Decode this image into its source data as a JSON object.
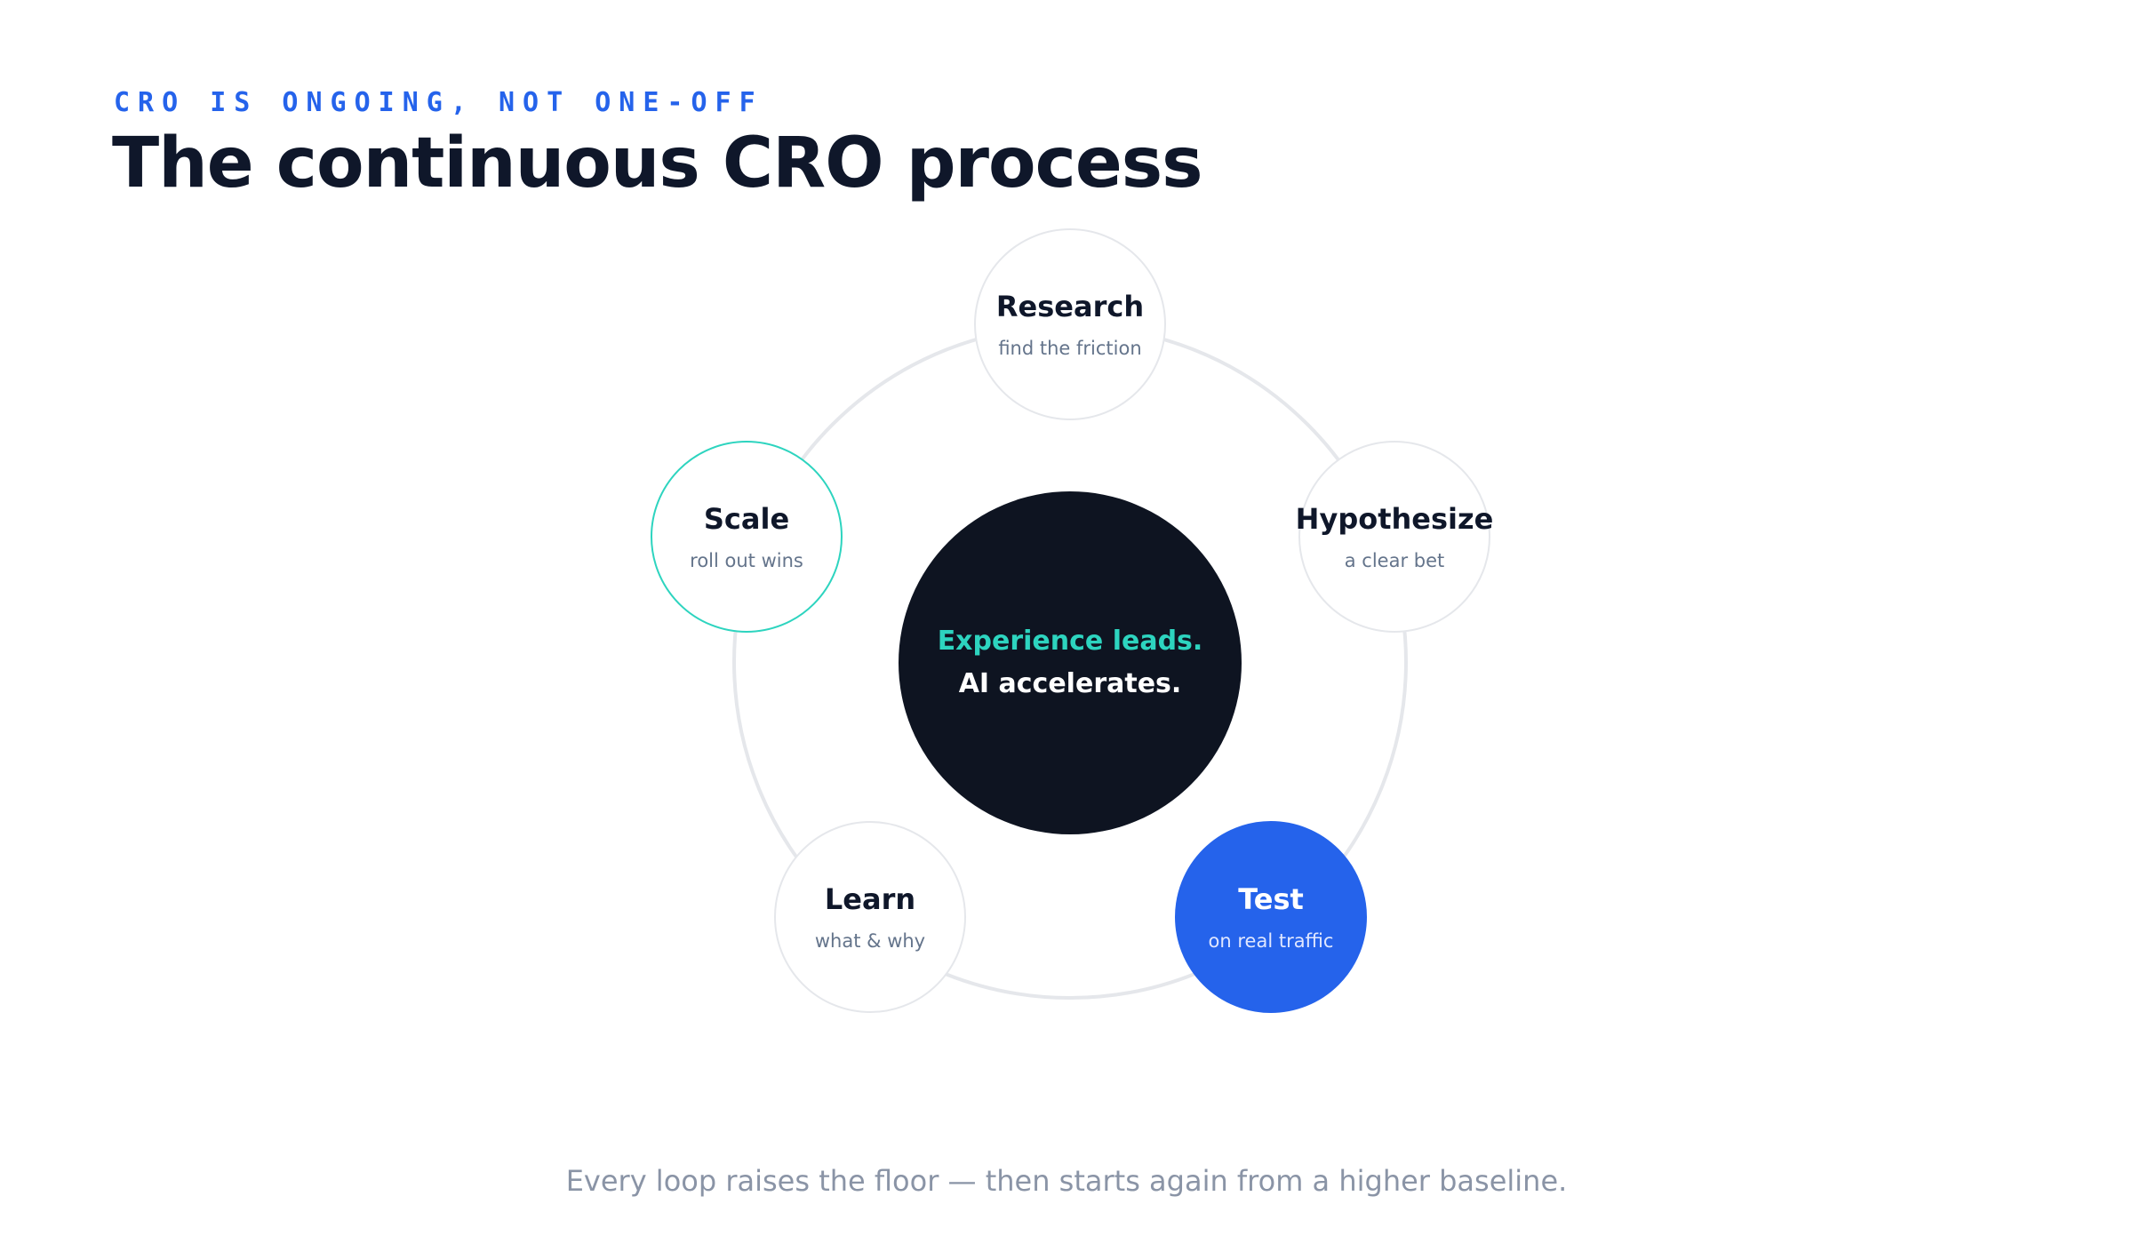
{
  "header": {
    "eyebrow": "CRO IS ONGOING, NOT ONE-OFF",
    "title": "The continuous CRO process"
  },
  "center": {
    "line1": "Experience leads.",
    "line2": "AI accelerates."
  },
  "steps": [
    {
      "name": "Research",
      "subtitle": "find the friction"
    },
    {
      "name": "Hypothesize",
      "subtitle": "a clear bet"
    },
    {
      "name": "Test",
      "subtitle": "on real traffic"
    },
    {
      "name": "Learn",
      "subtitle": "what & why"
    },
    {
      "name": "Scale",
      "subtitle": "roll out wins"
    }
  ],
  "footer": "Every loop raises the floor — then starts again from a higher baseline.",
  "colors": {
    "accent_blue": "#2563eb",
    "accent_teal": "#2dd4bf",
    "hub_dark": "#0e1421",
    "title_dark": "#0f172a",
    "muted": "#64748b",
    "ring": "#e5e7eb"
  }
}
